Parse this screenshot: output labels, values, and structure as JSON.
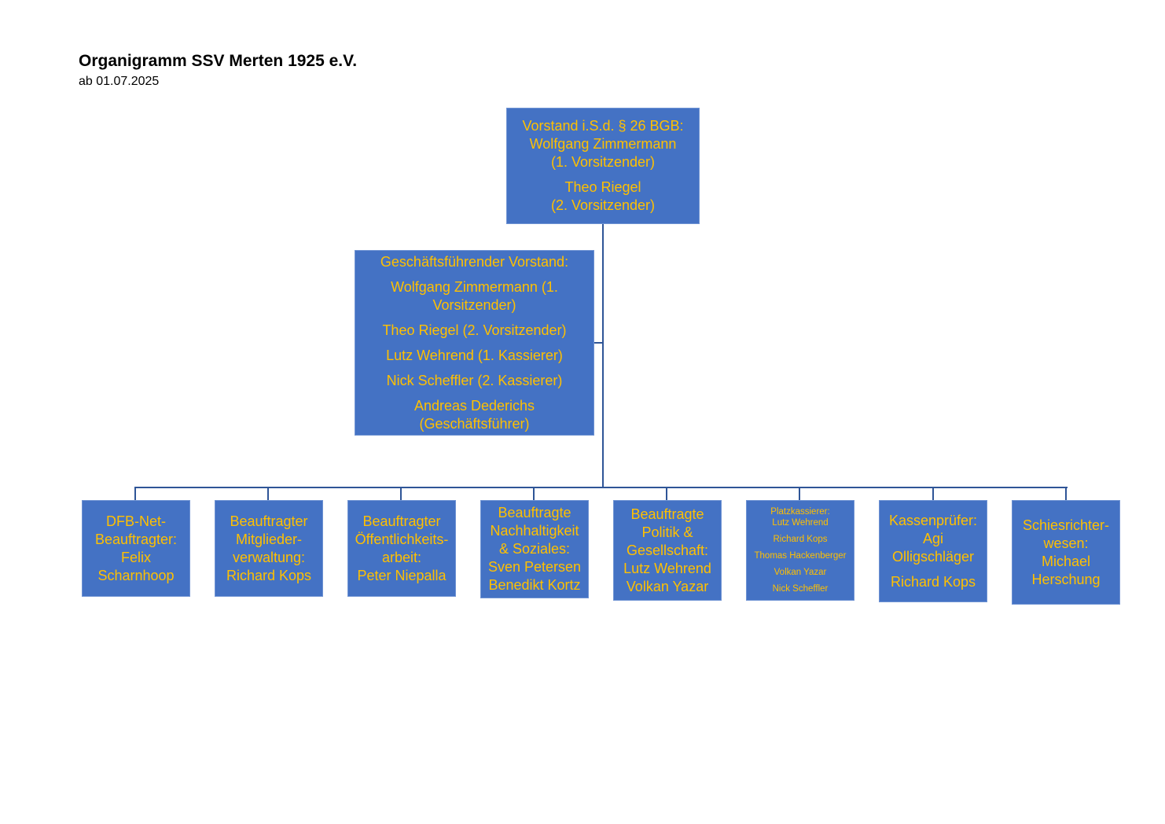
{
  "header": {
    "title": "Organigramm SSV Merten 1925 e.V.",
    "subtitle": "ab 01.07.2025"
  },
  "colors": {
    "box_fill": "#4472C4",
    "box_text": "#FFC000",
    "connector": "#2F5597"
  },
  "vorstand": {
    "lines": [
      "Vorstand i.S.d. § 26 BGB:",
      "Wolfgang Zimmermann",
      "(1. Vorsitzender)",
      "Theo Riegel",
      "(2. Vorsitzender)"
    ]
  },
  "geschaeftsfuehrend": {
    "lines": [
      "Geschäftsführender Vorstand:",
      "Wolfgang Zimmermann (1.",
      "Vorsitzender)",
      "Theo Riegel (2. Vorsitzender)",
      "Lutz Wehrend (1. Kassierer)",
      "Nick Scheffler (2. Kassierer)",
      "Andreas Dederichs",
      "(Geschäftsführer)"
    ]
  },
  "units": [
    {
      "lines": [
        "DFB-Net-",
        "Beauftragter:",
        "Felix",
        "Scharnhoop"
      ]
    },
    {
      "lines": [
        "Beauftragter",
        "Mitglieder-",
        "verwaltung:",
        "Richard Kops"
      ]
    },
    {
      "lines": [
        "Beauftragter",
        "Öffentlichkeits-",
        "arbeit:",
        "Peter Niepalla"
      ]
    },
    {
      "lines": [
        "Beauftragte",
        "Nachhaltigkeit",
        "& Soziales:",
        "Sven Petersen",
        "Benedikt Kortz"
      ]
    },
    {
      "lines": [
        "Beauftragte",
        "Politik &",
        "Gesellschaft:",
        "Lutz Wehrend",
        "Volkan Yazar"
      ]
    },
    {
      "lines": [
        "Platzkassierer:",
        "Lutz Wehrend",
        "Richard Kops",
        "Thomas Hackenberger",
        "Volkan Yazar",
        "Nick Scheffler"
      ]
    },
    {
      "lines": [
        "Kassenprüfer:",
        "Agi",
        "Olligschläger",
        "Richard Kops"
      ]
    },
    {
      "lines": [
        "Schiesrichter-",
        "wesen:",
        "Michael",
        "Herschung"
      ]
    }
  ]
}
